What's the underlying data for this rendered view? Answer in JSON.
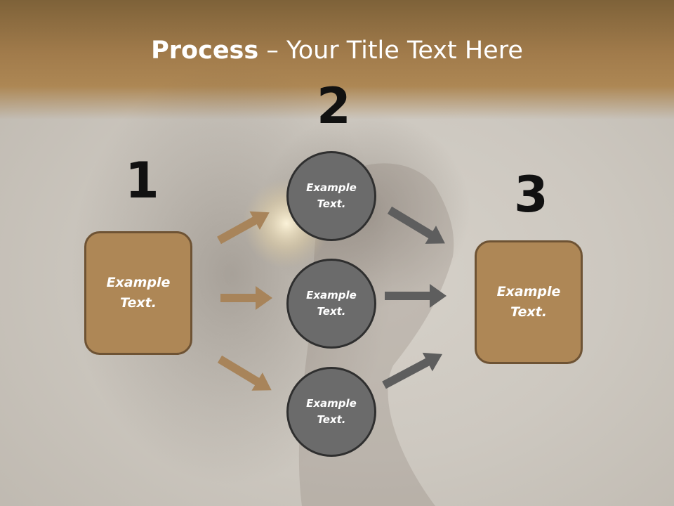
{
  "title": {
    "bold": "Process",
    "rest": " – Your Title Text Here"
  },
  "steps": [
    {
      "number": "1",
      "text": "Example\nText."
    },
    {
      "number": "2"
    },
    {
      "number": "3",
      "text": "Example\nText."
    }
  ],
  "circles": [
    {
      "text": "Example\nText."
    },
    {
      "text": "Example\nText."
    },
    {
      "text": "Example\nText."
    }
  ],
  "colors": {
    "header": "#a37c4c",
    "box_fill": "#ae8756",
    "box_border": "#6e5334",
    "circle_fill": "#6b6b6b",
    "circle_border": "#2f2f2f",
    "arrow_tan": "#a8845a",
    "arrow_gray": "#5e5e5e"
  }
}
